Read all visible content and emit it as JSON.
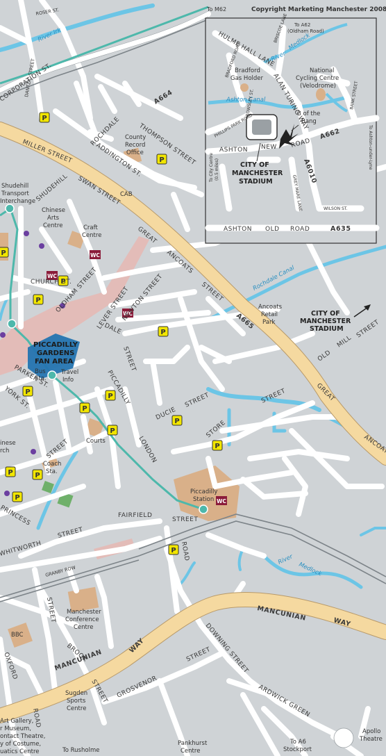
{
  "header": {
    "copyright": "Copyright Marketing Manchester 2008",
    "to_m62": "To M62"
  },
  "colors": {
    "background": "#cfd3d6",
    "road": "#ffffff",
    "main_road": "#f5d9a0",
    "water": "#6cc5e6",
    "building": "#d9b089",
    "metrolink": "#4db8ab",
    "parking": "#f2e600",
    "wc": "#8b1c3a",
    "pedestrian_zone": "#e4b9b5",
    "park": "#6fb06a",
    "fan_area": "#2474b0"
  },
  "inset": {
    "title": "CITY OF MANCHESTER STADIUM",
    "labels": {
      "to_a62": "To A62",
      "oldham_road": "(Oldham Road)",
      "hulme_hall_lane": "HULME HALL LANE",
      "briscoe_lane": "BRISCOE LANE",
      "river_medlock": "River Medlock",
      "alan_turing_way": "ALAN TURING WAY",
      "bradford_road": "BRADFORD ROAD",
      "bradford_gas_holder": "Bradford Gas Holder",
      "national_cycling_centre": "National Cycling Centre (Velodrome)",
      "bank_street": "BANK STREET",
      "ashton_canal": "Ashton Canal",
      "phillips_park_road": "PHILLIPS PARK ROAD",
      "b_of_the_bang": "B of the Bang",
      "rowsley_st": "ROWSLEY ST.",
      "a662": "A662",
      "ashton_new_road": "ASHTON NEW ROAD",
      "to_ashton": "To Ashton-under-Lyne",
      "a6010": "A6010",
      "to_city_centre": "To City Centre (0.5 miles)",
      "grey_mare_lane": "GREY MARE LANE",
      "wilson_st": "WILSON ST.",
      "ashton_old_road": "ASHTON OLD ROAD",
      "a635": "A635"
    }
  },
  "streets": {
    "corporation_st": "CORPORATION ST.",
    "roser_st": "ROSER ST.",
    "dantzic_street": "DANTZIC STREET",
    "miller_street": "MILLER STREET",
    "swan_street": "SWAN STREET",
    "great_ancoats_street": "GREAT ANCOATS STREET",
    "a665": "A665",
    "a664": "A664",
    "rochdale_road": "ROCHDALE ROAD",
    "thompson_street": "THOMPSON STREET",
    "addington_st": "ADDINGTON ST.",
    "shudehill": "SHUDEHILL",
    "church_st": "CHURCH ST.",
    "oldham_street": "OLDHAM STREET",
    "lever_street": "LEVER STREET",
    "newton_street": "NEWTON STREET",
    "dale_street": "DALE STREET",
    "piccadilly": "PICCADILLY",
    "parker_st": "PARKER ST.",
    "york_st": "YORK ST.",
    "london_road": "LONDON ROAD",
    "ducie_street": "DUCIE STREET",
    "store_street": "STORE STREET",
    "old_mill_street": "OLD MILL STREET",
    "fairfield_street": "FAIRFIELD STREET",
    "whitworth_street": "WHITWORTH STREET",
    "princess_street": "PRINCESS STREET",
    "mancunian_way": "MANCUNIAN WAY",
    "downing_street": "DOWNING STREET",
    "grosvenor_street": "GROSVENOR STREET",
    "ardwick_green": "ARDWICK GREEN",
    "oxford_road": "OXFORD ROAD",
    "brook_street": "BROOK STREET",
    "granby_row": "GRANBY ROW",
    "rochdale_canal": "Rochdale Canal",
    "ashton_canal": "Ashton Canal",
    "river_irk": "River Irk",
    "river_medlock": "River Medlock"
  },
  "places": {
    "shudehill_interchange": "Shudehill Transport Interchange",
    "chinese_arts_centre": "Chinese Arts Centre",
    "craft_centre": "Craft Centre",
    "county_record_office": "County Record Office",
    "cab": "CAB",
    "ancoats_retail_park": "Ancoats Retail Park",
    "stadium_pointer": "CITY OF MANCHESTER STADIUM",
    "piccadilly_gardens": "PICCADILLY GARDENS FAN AREA",
    "bus_station": "Bus Sta.",
    "travel_info": "Travel Info",
    "courts": "Courts",
    "coach_station": "Coach Sta.",
    "chinese_church": "Chinese Church",
    "piccadilly_station": "Piccadilly Station",
    "manchester_conference_centre": "Manchester Conference Centre",
    "bbc": "BBC",
    "sugden_sports_centre": "Sugden Sports Centre",
    "art_gallery": "Art Gallery, Whitworth Museum, Contact Theatre, University of Costume, Aquatics Centre",
    "to_rusholme": "To Rusholme",
    "pankhurst_centre": "Pankhurst Centre",
    "to_a6": "To A6 Stockport",
    "apollo_theatre": "Apollo Theatre"
  },
  "legend_glyphs": {
    "parking": "P",
    "wc": "WC"
  }
}
